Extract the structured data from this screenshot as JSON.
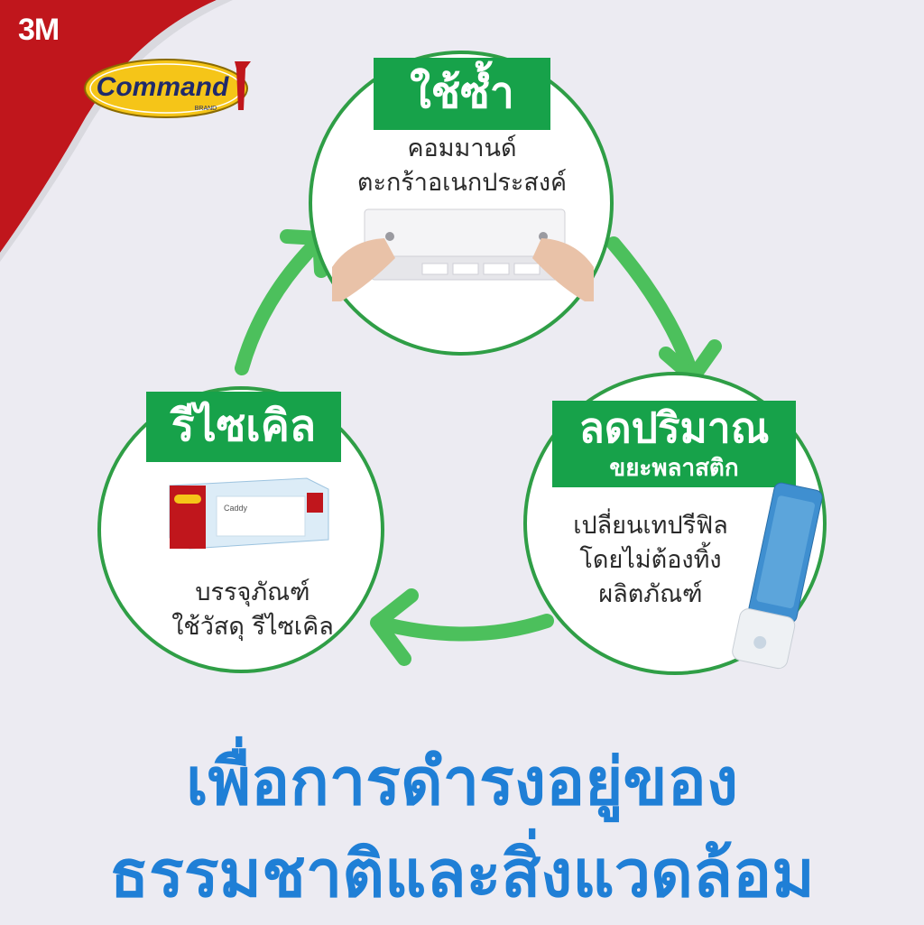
{
  "brand": {
    "company_logo": "3M",
    "product_logo": "Command",
    "product_logo_sub": "BRAND",
    "banner_color": "#c0161c",
    "logo_badge_color": "#f5c518"
  },
  "accent_green": "#17a24a",
  "headline_blue": "#1f7fd6",
  "cycle": {
    "reuse": {
      "tag": "ใช้ซ้ำ",
      "line1": "คอมมานด์",
      "line2": "ตะกร้าอเนกประสงค์"
    },
    "reduce": {
      "tag": "ลดปริมาณ",
      "tag_sub": "ขยะพลาสติก",
      "line1": "เปลี่ยนเทปรีฟิล",
      "line2": "โดยไม่ต้องทิ้ง",
      "line3": "ผลิตภัณฑ์"
    },
    "recycle": {
      "tag": "รีไซเคิล",
      "line1": "บรรจุภัณฑ์",
      "line2": "ใช้วัสดุ รีไซเคิล",
      "box_label": "Caddy"
    }
  },
  "headline": {
    "line1": "เพื่อการดำรงอยู่ของ",
    "line2": "ธรรมชาติและสิ่งแวดล้อม"
  },
  "icons": [
    "cycle-arrow-icon"
  ]
}
